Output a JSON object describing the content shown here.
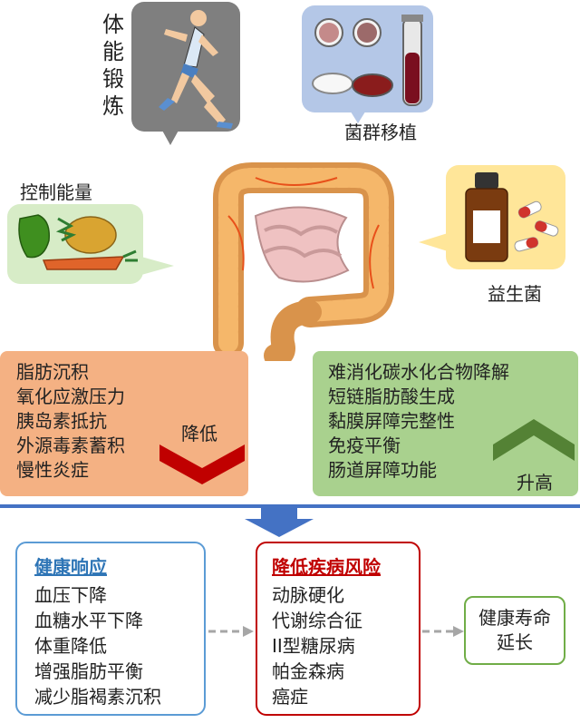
{
  "interventions": {
    "exercise": "体能锻炼",
    "transplant": "菌群移植",
    "energy_control": "控制能量",
    "probiotics": "益生菌"
  },
  "decrease_panel": {
    "items": [
      "脂肪沉积",
      "氧化应激压力",
      "胰岛素抵抗",
      "外源毒素蓄积",
      "慢性炎症"
    ],
    "label": "降低"
  },
  "increase_panel": {
    "items": [
      "难消化碳水化合物降解",
      "短链脂肪酸生成",
      "黏膜屏障完整性",
      "免疫平衡",
      "肠道屏障功能"
    ],
    "label": "升高"
  },
  "health_response": {
    "title": "健康响应",
    "items": [
      "血压下降",
      "血糖水平下降",
      "体重降低",
      "增强脂肪平衡",
      "减少脂褐素沉积"
    ]
  },
  "disease_risk": {
    "title": "降低疾病风险",
    "items": [
      "动脉硬化",
      "代谢综合征",
      "II型糖尿病",
      "帕金森病",
      "癌症"
    ]
  },
  "outcome": "健康寿命延长",
  "colors": {
    "exercise_bubble": "#7f7f7f",
    "transplant_bubble": "#b4c7e7",
    "energy_bubble": "#d7ecc7",
    "probiotic_bubble": "#ffe699",
    "decrease_box": "#f4b183",
    "increase_box": "#a9d18e",
    "down_arrow": "#c00000",
    "up_arrow": "#548235",
    "divider": "#4472c4",
    "health_border": "#5b9bd5",
    "risk_border": "#c00000",
    "lifespan_border": "#70ad47"
  }
}
